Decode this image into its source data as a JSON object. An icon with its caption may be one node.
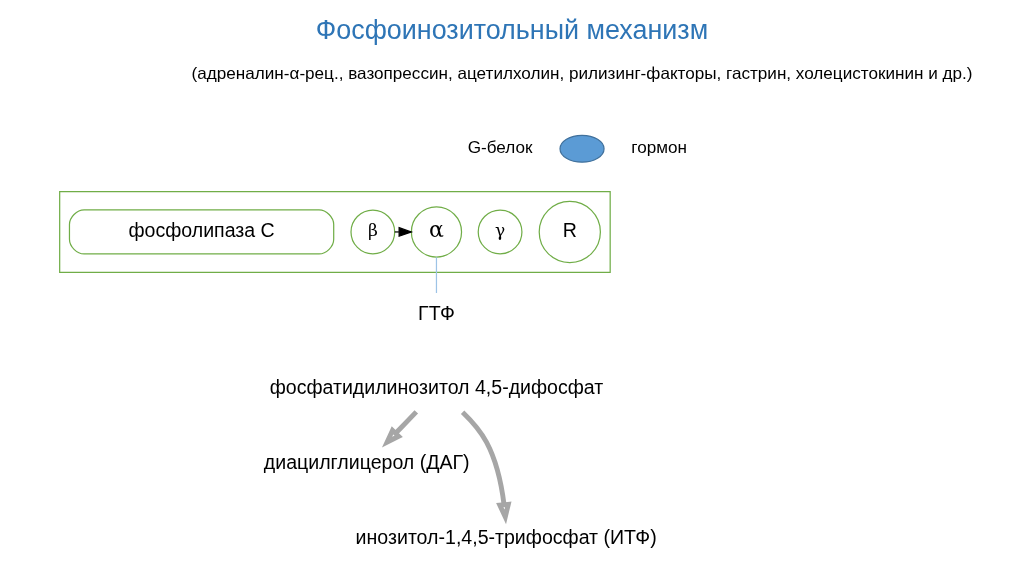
{
  "diagram": {
    "title": "Фосфоинозитольный механизм",
    "nodes": [
      {
        "text": [],
        "shape": "bar"
      },
      {
        "text": [],
        "shape": "circle",
        "beside": [
          "гормон"
        ]
      },
      {
        "text": [
          "R"
        ],
        "in": 0
      },
      {
        "text": [
          "γ"
        ],
        "in": 0
      },
      {
        "text": [
          "β"
        ],
        "in": 0
      },
      {
        "text": [
          "α"
        ],
        "in": 0
      },
      {
        "text": [
          "фосфолипаза C"
        ],
        "in": 0
      },
      {
        "text": [
          "ГТФ"
        ]
      },
      {
        "text": [
          "фосфатидилинозитол 4,5-дифосфат"
        ]
      },
      {
        "text": [
          "диацилглицерол (ДАГ)"
        ]
      },
      {
        "text": [
          "инозитол-1,4,5-трифосфат (ИТФ)"
        ]
      }
    ],
    "edges": [
      {
        "from": 4,
        "to": 5,
        "arrow": "to",
        "color": "#000000"
      },
      {
        "from": 5,
        "to": 7,
        "arrow": "none",
        "color": "#9dc3e6"
      },
      {
        "from": 8,
        "to": 9,
        "arrow": "to",
        "style": "thick",
        "color": "#a6a6a6"
      },
      {
        "from": 8,
        "to": 10,
        "arrow": "to",
        "style": "thick",
        "color": "#a6a6a6"
      }
    ],
    "labels": [
      "(адреналин-α-рец., вазопрессин, ацетилхолин, рилизинг-факторы, гастрин, холецистокинин и др.)",
      "G-белок"
    ]
  }
}
